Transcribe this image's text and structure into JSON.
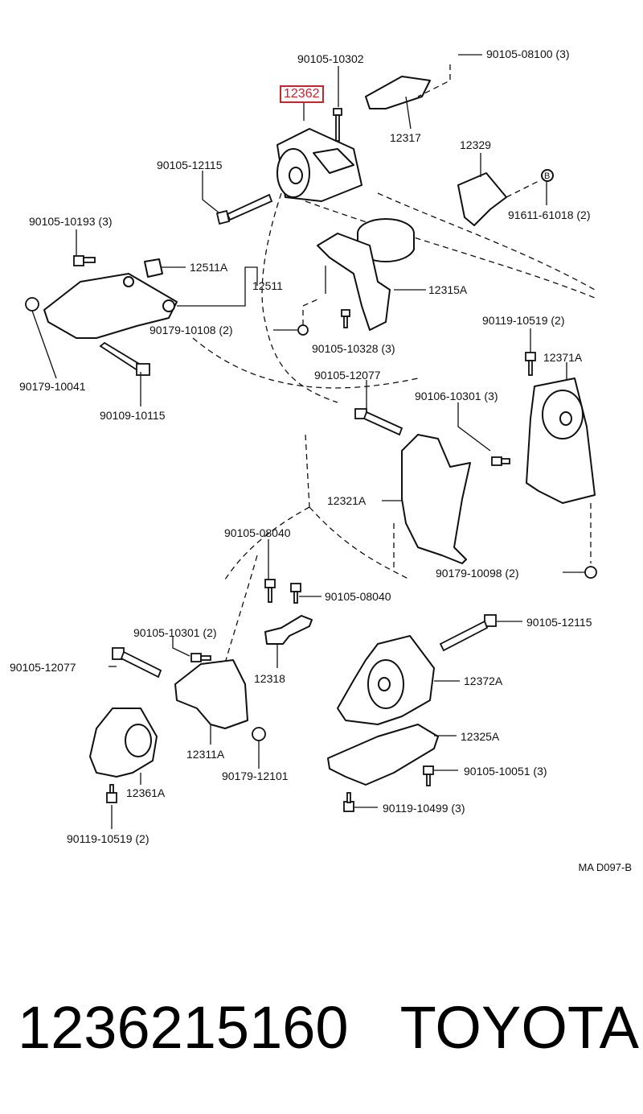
{
  "diagram": {
    "highlighted_part": "12362",
    "labels": {
      "l1": "90105-10302",
      "l2": "90105-08100 (3)",
      "l3": "12317",
      "l4": "12329",
      "l5": "90105-12115",
      "l6": "91611-61018 (2)",
      "l7": "90105-10193 (3)",
      "l8": "12511A",
      "l9": "12511",
      "l10": "12315A",
      "l11": "90179-10108 (2)",
      "l12": "90105-10328 (3)",
      "l13": "90119-10519 (2)",
      "l14": "12371A",
      "l15": "90179-10041",
      "l16": "90109-10115",
      "l17": "90105-12077",
      "l18": "90106-10301 (3)",
      "l19": "12321A",
      "l20": "90105-08040",
      "l21": "90179-10098 (2)",
      "l22": "90105-08040",
      "l23": "90105-12115",
      "l24": "90105-10301 (2)",
      "l25": "90105-12077",
      "l26": "12318",
      "l27": "12372A",
      "l28": "12311A",
      "l29": "12325A",
      "l30": "90179-12101",
      "l31": "90105-10051 (3)",
      "l32": "12361A",
      "l33": "90119-10499 (3)",
      "l34": "90119-10519 (2)",
      "b_marker": "B"
    },
    "drawing_code": "MA D097-B"
  },
  "footer": {
    "part_number": "1236215160",
    "brand": "TOYOTA"
  }
}
